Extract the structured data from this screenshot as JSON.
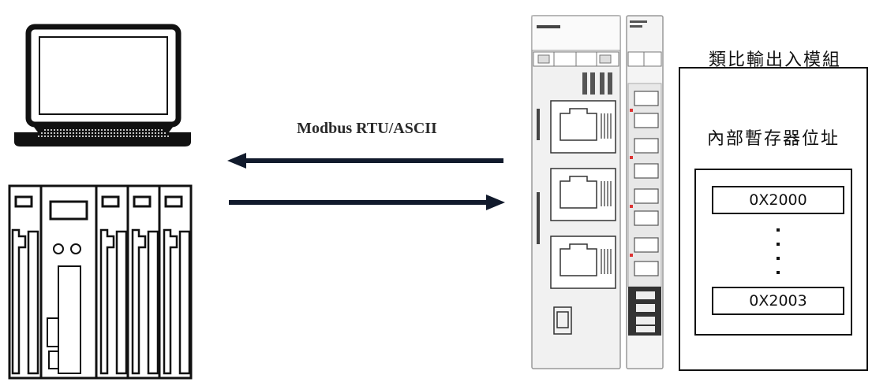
{
  "protocol_label": "Modbus RTU/ASCII",
  "module": {
    "title": "類比輸出入模組",
    "register_title": "內部暫存器位址",
    "address_start": "0X2000",
    "address_end": "0X2003"
  },
  "colors": {
    "arrow": "#111a2c",
    "line": "#111111"
  }
}
